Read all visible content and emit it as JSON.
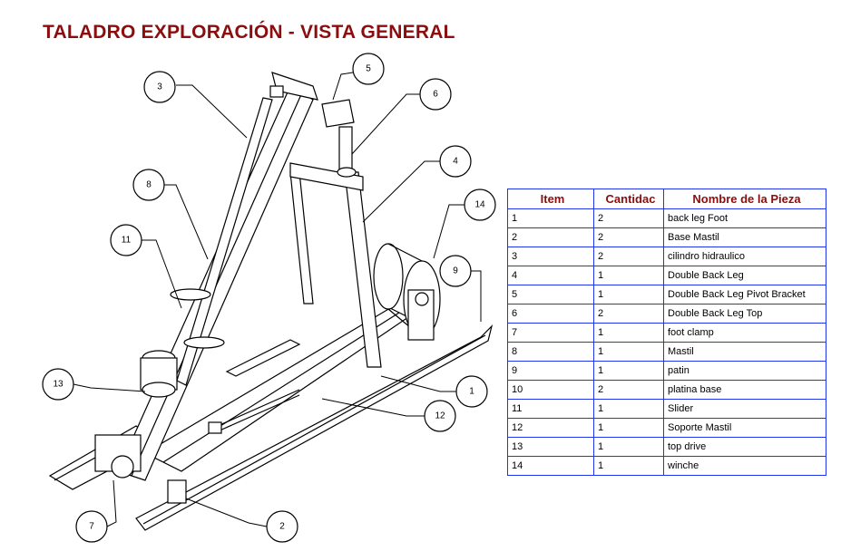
{
  "title": "TALADRO EXPLORACIÓN - VISTA GENERAL",
  "table": {
    "headers": [
      "Item",
      "Cantidac",
      "Nombre de la Pieza"
    ],
    "rows": [
      [
        "1",
        "2",
        "back leg Foot"
      ],
      [
        "2",
        "2",
        "Base Mastil"
      ],
      [
        "3",
        "2",
        "cilindro hidraulico"
      ],
      [
        "4",
        "1",
        "Double Back Leg"
      ],
      [
        "5",
        "1",
        "Double Back Leg Pivot Bracket"
      ],
      [
        "6",
        "2",
        "Double Back Leg Top"
      ],
      [
        "7",
        "1",
        "foot clamp"
      ],
      [
        "8",
        "1",
        "Mastil"
      ],
      [
        "9",
        "1",
        "patin"
      ],
      [
        "10",
        "2",
        "platina base"
      ],
      [
        "11",
        "1",
        "Slider"
      ],
      [
        "12",
        "1",
        "Soporte Mastil"
      ],
      [
        "13",
        "1",
        "top drive"
      ],
      [
        "14",
        "1",
        "winche"
      ]
    ]
  },
  "balloons": [
    "3",
    "5",
    "6",
    "4",
    "14",
    "9",
    "8",
    "11",
    "13",
    "1",
    "12",
    "7",
    "2"
  ]
}
